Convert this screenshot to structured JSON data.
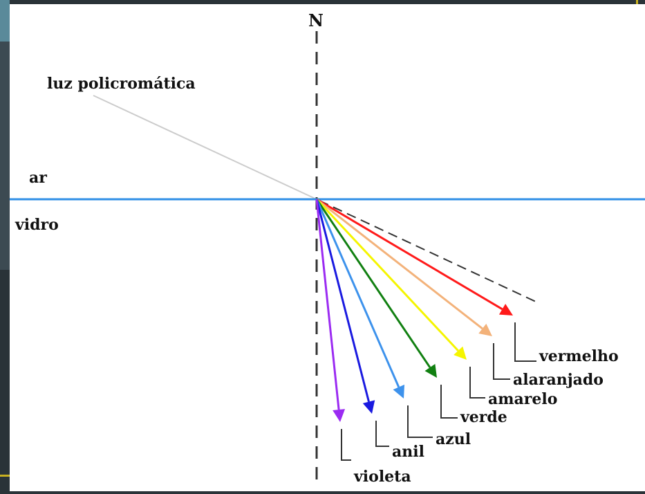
{
  "diagram": {
    "normal_label": "N",
    "incident_label": "luz policromática",
    "medium_top": "ar",
    "medium_bottom": "vidro",
    "colors": {
      "incident": "#cccccc",
      "interface": "#2f8fe6",
      "normal": "#333333",
      "background": "#ffffff"
    },
    "rays": [
      {
        "name": "vermelho",
        "color": "#ff1a1a"
      },
      {
        "name": "alaranjado",
        "color": "#f3b27a"
      },
      {
        "name": "amarelo",
        "color": "#f5f500"
      },
      {
        "name": "verde",
        "color": "#118011"
      },
      {
        "name": "azul",
        "color": "#3d92ec"
      },
      {
        "name": "anil",
        "color": "#1a1ae0"
      },
      {
        "name": "violeta",
        "color": "#9b2bf2"
      }
    ]
  }
}
